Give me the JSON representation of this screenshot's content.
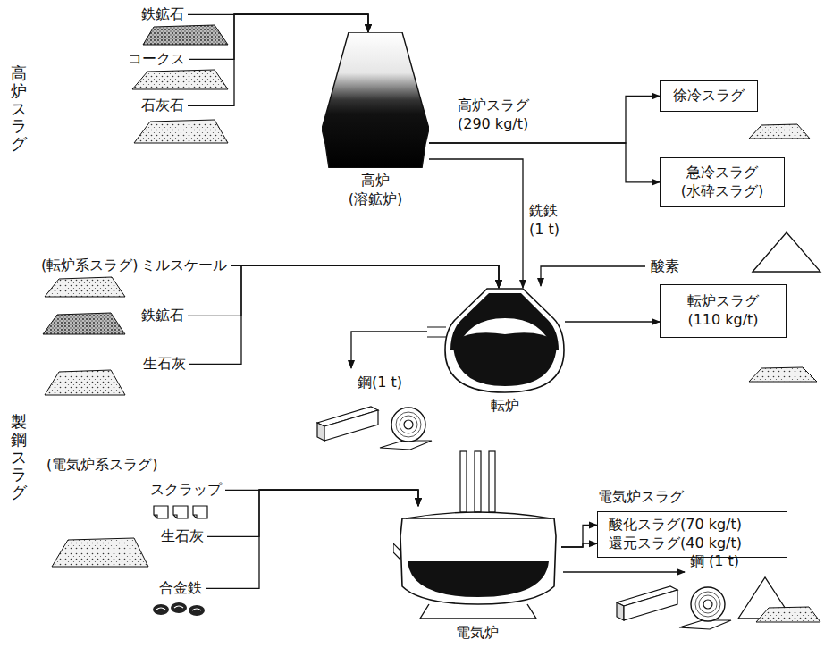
{
  "diagram": {
    "nodes": [
      {
        "text": [
          "鉄鉱石"
        ]
      },
      {
        "text": [
          "コークス"
        ]
      },
      {
        "text": [
          "石灰石"
        ]
      },
      {
        "text": [
          "高炉 (溶鉱炉)"
        ]
      },
      {
        "text": [
          "徐冷スラグ"
        ]
      },
      {
        "text": [
          "急冷スラグ (水砕スラグ)"
        ]
      },
      {
        "text": [
          "ミルスケール"
        ]
      },
      {
        "text": [
          "鉄鉱石"
        ]
      },
      {
        "text": [
          "生石灰"
        ]
      },
      {
        "text": [
          "転炉"
        ]
      },
      {
        "text": [
          "転炉スラグ (110 kg/t)"
        ]
      },
      {
        "text": [
          "スクラップ"
        ]
      },
      {
        "text": [
          "生石灰"
        ]
      },
      {
        "text": [
          "合金鉄"
        ]
      },
      {
        "text": [
          "電気炉"
        ]
      },
      {
        "text": [
          "電気炉スラグ",
          "酸化スラグ(70 kg/t)",
          "還元スラグ(40 kg/t)"
        ]
      }
    ],
    "edges": [
      {
        "from": 0,
        "to": 3,
        "arrow": "to"
      },
      {
        "from": 1,
        "to": 3,
        "arrow": "to"
      },
      {
        "from": 2,
        "to": 3,
        "arrow": "to"
      },
      {
        "from": 3,
        "to": 4,
        "label": "高炉スラグ (290 kg/t)",
        "arrow": "to"
      },
      {
        "from": 3,
        "to": 5,
        "arrow": "to"
      },
      {
        "from": 3,
        "to": 9,
        "label": "銑鉄 (1 t)",
        "arrow": "to"
      },
      {
        "from": 6,
        "to": 9,
        "arrow": "to"
      },
      {
        "from": 7,
        "to": 9,
        "arrow": "to"
      },
      {
        "from": 8,
        "to": 9,
        "arrow": "to"
      },
      {
        "from": 9,
        "to": 10,
        "arrow": "to"
      },
      {
        "from": 11,
        "to": 14,
        "arrow": "to"
      },
      {
        "from": 12,
        "to": 14,
        "arrow": "to"
      },
      {
        "from": 13,
        "to": 14,
        "arrow": "to"
      },
      {
        "from": 14,
        "to": 15,
        "arrow": "to"
      },
      {
        "from": 14,
        "to": 15,
        "arrow": "to"
      }
    ],
    "labels": [
      "高炉スラグ",
      "製鋼スラグ",
      "(転炉系スラグ)",
      "酸素",
      "鋼(1 t)",
      "(電気炉系スラグ)",
      "鋼 (1 t)"
    ]
  }
}
